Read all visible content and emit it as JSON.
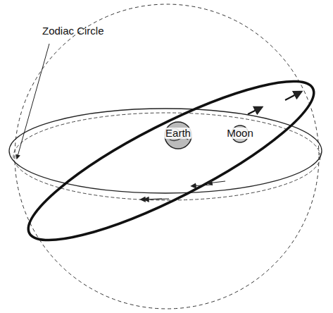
{
  "diagram": {
    "labels": [
      "Zodiac Circle",
      "Earth",
      "Moon"
    ]
  }
}
